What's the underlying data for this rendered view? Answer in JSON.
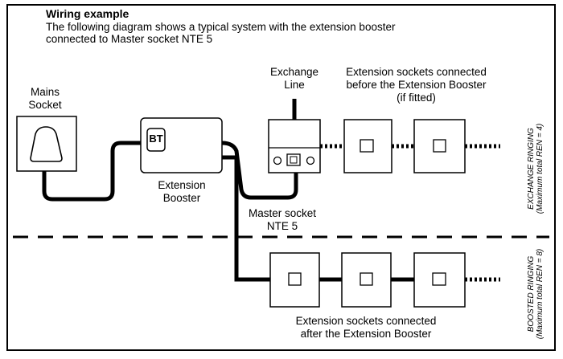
{
  "header": {
    "title": "Wiring example",
    "description_line1": "The following diagram shows a typical system with the extension booster",
    "description_line2": "connected to Master socket NTE 5"
  },
  "labels": {
    "mains_line1": "Mains",
    "mains_line2": "Socket",
    "booster_line1": "Extension",
    "booster_line2": "Booster",
    "booster_badge": "BT",
    "exchange_line1": "Exchange",
    "exchange_line2": "Line",
    "before_line1": "Extension sockets connected",
    "before_line2": "before the Extension Booster",
    "before_line3": "(if fitted)",
    "master_line1": "Master socket",
    "master_line2": "NTE 5",
    "after_line1": "Extension sockets connected",
    "after_line2": "after the Extension Booster"
  },
  "side_labels": {
    "exchange_title": "EXCHANGE RINGING",
    "exchange_note": "(Maximum total REN = 4)",
    "boosted_title": "BOOSTED RINGING",
    "boosted_note": "(Maximum total REN = 8)"
  }
}
